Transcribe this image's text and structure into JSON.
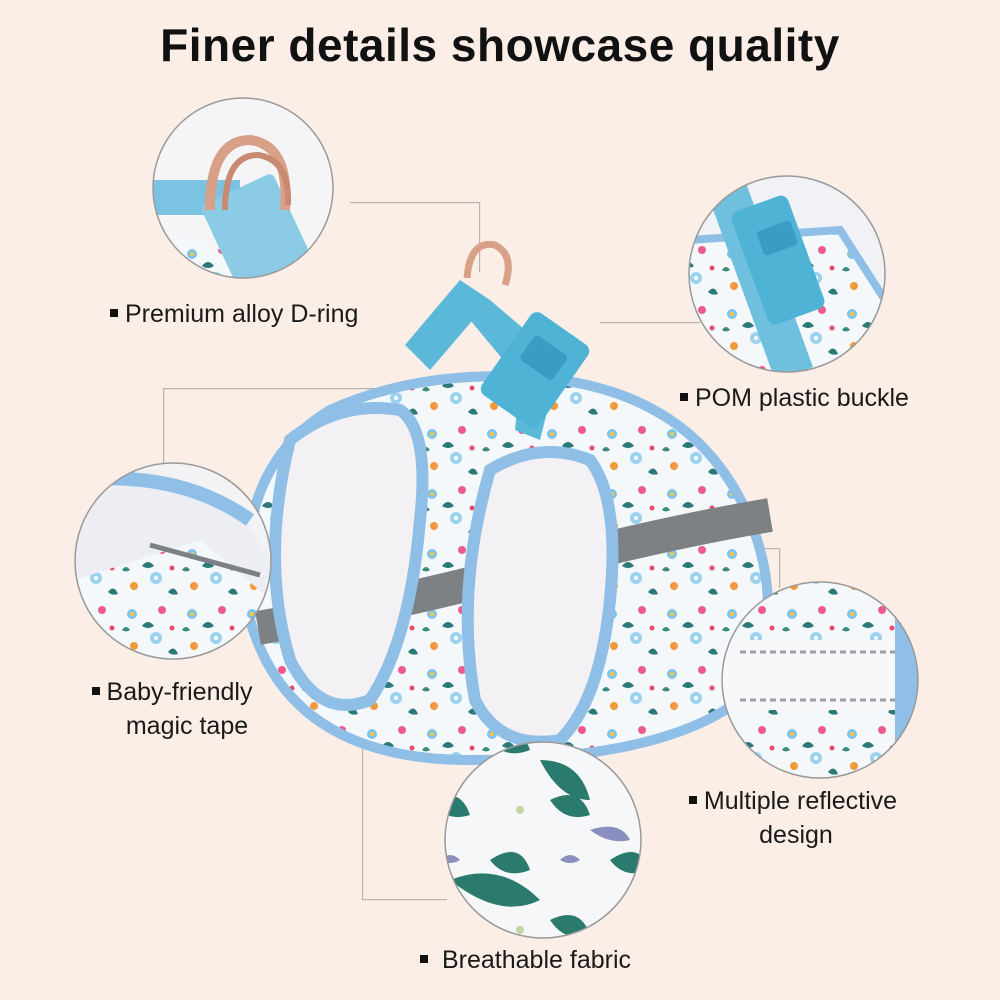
{
  "title": "Finer details showcase quality",
  "features": [
    {
      "label": "Premium alloy D-ring"
    },
    {
      "label": "POM plastic buckle"
    },
    {
      "label_line1": "Baby-friendly",
      "label_line2": "magic tape"
    },
    {
      "label_line1": "Multiple reflective",
      "label_line2": "design"
    },
    {
      "label": "Breathable fabric"
    }
  ],
  "colors": {
    "background": "#fbeee6",
    "harness_trim": "#8fbfe6",
    "buckle": "#4fb3d6",
    "reflective_strip": "#7d8184",
    "d_ring": "#d9a088"
  }
}
